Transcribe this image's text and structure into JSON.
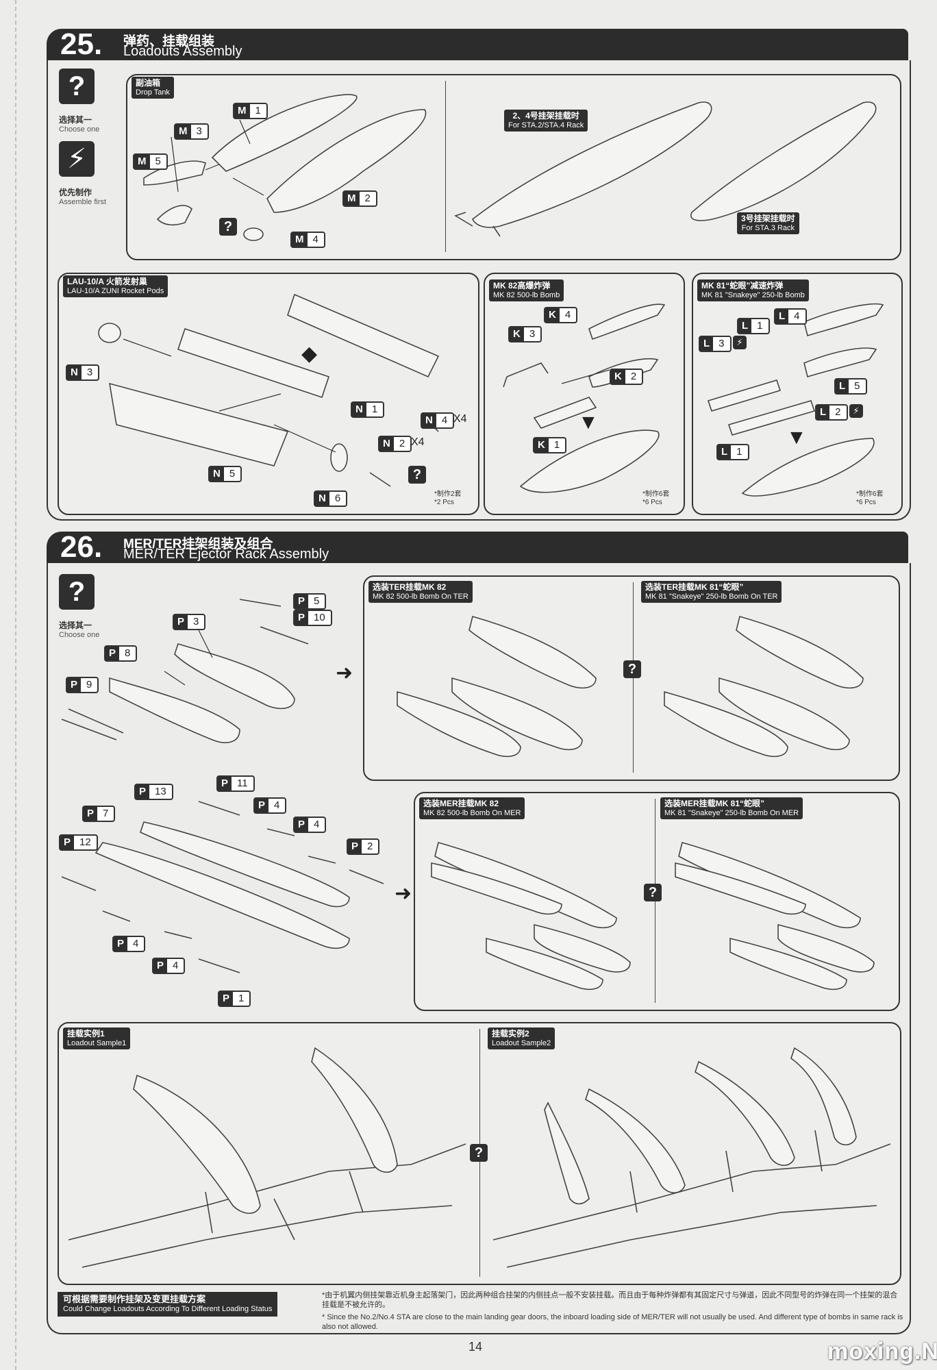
{
  "page_number": "14",
  "watermark": "moxing.NET",
  "icons": {
    "choose_one_cn": "选择其一",
    "choose_one_en": "Choose one",
    "assemble_first_cn": "优先制作",
    "assemble_first_en": "Assemble first",
    "question_symbol": "?",
    "lightning_symbol": "⚡"
  },
  "step25": {
    "number": "25.",
    "title_cn": "弹药、挂载组装",
    "title_en": "Loadouts Assembly",
    "drop_tank": {
      "label_cn": "副油箱",
      "label_en": "Drop Tank",
      "parts": [
        {
          "letter": "M",
          "num": "1"
        },
        {
          "letter": "M",
          "num": "3"
        },
        {
          "letter": "M",
          "num": "5"
        },
        {
          "letter": "M",
          "num": "2"
        },
        {
          "letter": "M",
          "num": "4"
        }
      ],
      "sta24_cn": "2、4号挂架挂载时",
      "sta24_en": "For STA.2/STA.4 Rack",
      "sta3_cn": "3号挂架挂载时",
      "sta3_en": "For STA.3 Rack"
    },
    "lau10": {
      "label_cn": "LAU-10/A 火箭发射巢",
      "label_en": "LAU-10/A ZUNI Rocket Pods",
      "parts": [
        {
          "letter": "N",
          "num": "3"
        },
        {
          "letter": "N",
          "num": "1"
        },
        {
          "letter": "N",
          "num": "4"
        },
        {
          "letter": "N",
          "num": "2"
        },
        {
          "letter": "N",
          "num": "5"
        },
        {
          "letter": "N",
          "num": "6"
        }
      ],
      "mult_n4": "X4",
      "mult_n2": "X4",
      "note_cn": "*制作2套",
      "note_en": "*2 Pcs"
    },
    "mk82": {
      "label_cn": "MK 82高爆炸弹",
      "label_en": "MK 82 500-lb Bomb",
      "parts": [
        {
          "letter": "K",
          "num": "4"
        },
        {
          "letter": "K",
          "num": "3"
        },
        {
          "letter": "K",
          "num": "2"
        },
        {
          "letter": "K",
          "num": "1"
        }
      ],
      "note_cn": "*制作6套",
      "note_en": "*6 Pcs"
    },
    "mk81": {
      "label_cn": "MK 81“蛇眼”减速炸弹",
      "label_en": "MK 81 \"Snakeye\" 250-lb Bomb",
      "parts": [
        {
          "letter": "L",
          "num": "4"
        },
        {
          "letter": "L",
          "num": "1"
        },
        {
          "letter": "L",
          "num": "3"
        },
        {
          "letter": "L",
          "num": "5"
        },
        {
          "letter": "L",
          "num": "2"
        },
        {
          "letter": "L",
          "num": "1"
        }
      ],
      "note_cn": "*制作6套",
      "note_en": "*6 Pcs"
    }
  },
  "step26": {
    "number": "26.",
    "title_cn": "MER/TER挂架组装及组合",
    "title_en": "MER/TER Ejector Rack Assembly",
    "ter_parts": [
      {
        "letter": "P",
        "num": "5"
      },
      {
        "letter": "P",
        "num": "3"
      },
      {
        "letter": "P",
        "num": "10"
      },
      {
        "letter": "P",
        "num": "8"
      },
      {
        "letter": "P",
        "num": "9"
      }
    ],
    "mer_parts": [
      {
        "letter": "P",
        "num": "13"
      },
      {
        "letter": "P",
        "num": "11"
      },
      {
        "letter": "P",
        "num": "7"
      },
      {
        "letter": "P",
        "num": "4"
      },
      {
        "letter": "P",
        "num": "4"
      },
      {
        "letter": "P",
        "num": "12"
      },
      {
        "letter": "P",
        "num": "2"
      },
      {
        "letter": "P",
        "num": "4"
      },
      {
        "letter": "P",
        "num": "4"
      },
      {
        "letter": "P",
        "num": "1"
      }
    ],
    "ter_mk82_cn": "选装TER挂载MK 82",
    "ter_mk82_en": "MK 82 500-lb Bomb On TER",
    "ter_mk81_cn": "选装TER挂载MK 81“蛇眼”",
    "ter_mk81_en": "MK 81 \"Snakeye\" 250-lb Bomb On TER",
    "mer_mk82_cn": "选装MER挂载MK 82",
    "mer_mk82_en": "MK 82 500-lb Bomb On MER",
    "mer_mk81_cn": "选装MER挂载MK 81“蛇眼”",
    "mer_mk81_en": "MK 81 \"Snakeye\" 250-lb Bomb On MER",
    "sample1_cn": "挂载实例1",
    "sample1_en": "Loadout Sample1",
    "sample2_cn": "挂载实例2",
    "sample2_en": "Loadout Sample2"
  },
  "footer": {
    "tag_cn": "可根据需要制作挂架及变更挂载方案",
    "tag_en": "Could Change Loadouts According To Different Loading Status",
    "note_cn": "*由于机翼内侧挂架靠近机身主起落架门，因此两种组合挂架的内侧挂点一般不安装挂载。而且由于每种炸弹都有其固定尺寸与弹道，因此不同型号的炸弹在同一个挂架的混合挂载是不被允许的。",
    "note_en": "* Since the No.2/No.4 STA are close to the main landing gear doors, the inboard loading side of MER/TER will not usually be used. And different type of bombs in same rack is also not allowed."
  }
}
